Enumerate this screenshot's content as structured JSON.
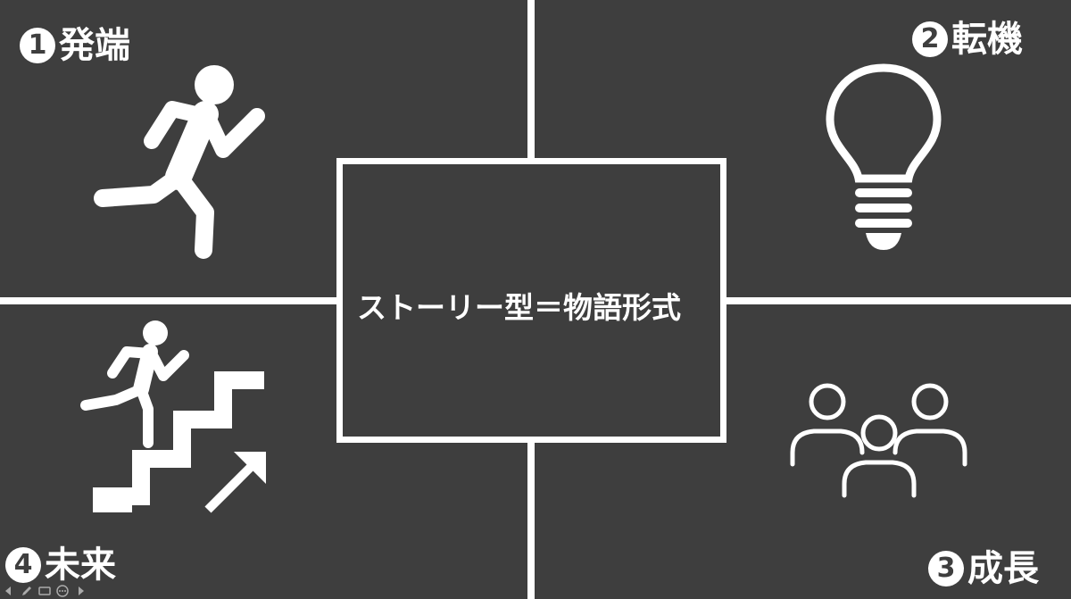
{
  "slide": {
    "center_title": "ストーリー型＝物語形式",
    "quadrants": [
      {
        "number": "1",
        "label": "発端",
        "icon": "running-person-icon"
      },
      {
        "number": "2",
        "label": "転機",
        "icon": "lightbulb-icon"
      },
      {
        "number": "3",
        "label": "成長",
        "icon": "people-group-icon"
      },
      {
        "number": "4",
        "label": "未来",
        "icon": "stairs-climb-icon"
      }
    ]
  },
  "player": {
    "controls": [
      "prev-icon",
      "pen-icon",
      "slides-icon",
      "more-icon",
      "next-icon"
    ]
  },
  "colors": {
    "background": "#3e3e3e",
    "foreground": "#ffffff"
  }
}
